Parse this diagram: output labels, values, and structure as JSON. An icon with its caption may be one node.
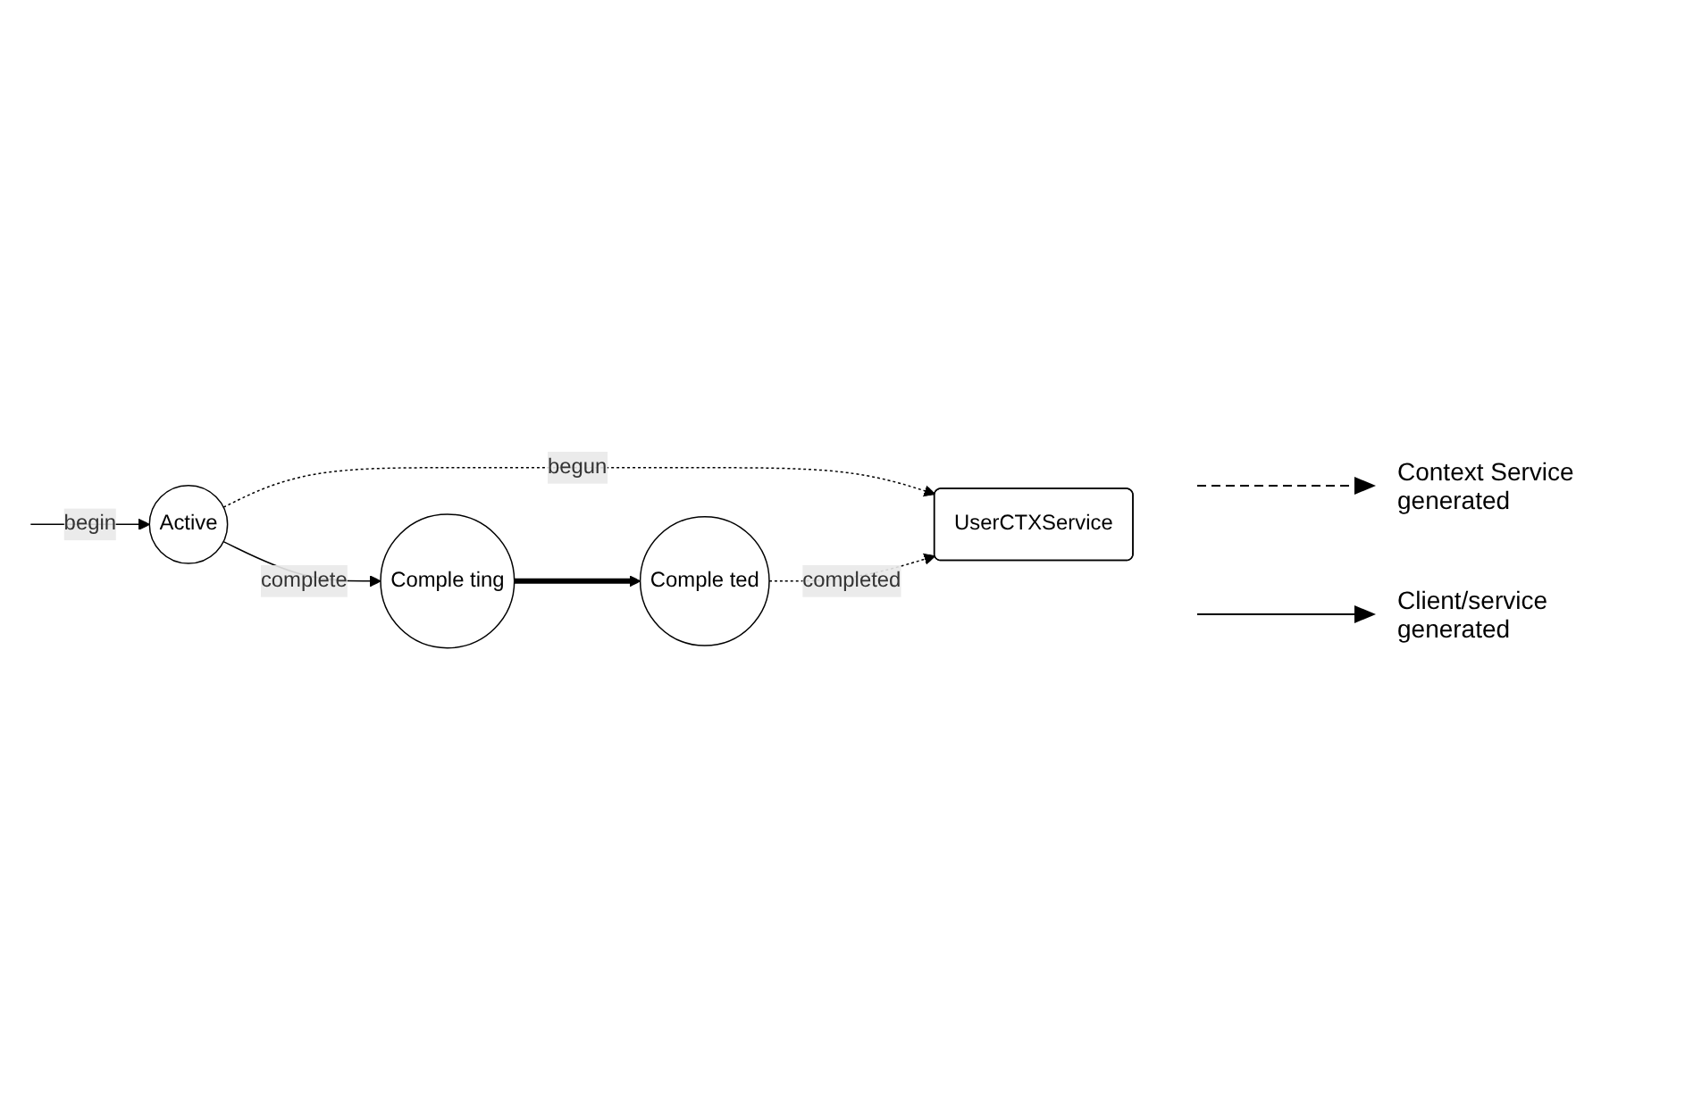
{
  "diagram": {
    "nodes": [
      {
        "text": [
          "UserCTXService"
        ]
      },
      {
        "text": [
          "Active"
        ]
      },
      {
        "text": [
          "Comple ting"
        ]
      },
      {
        "text": [
          "Comple ted"
        ]
      }
    ],
    "edges": [
      {
        "from": null,
        "to": 1,
        "arrow": "to",
        "label": "begin"
      },
      {
        "from": 1,
        "to": 0,
        "arrow": "to",
        "label": "begun",
        "style": "dashed"
      },
      {
        "from": 3,
        "to": 0,
        "arrow": "to",
        "label": "completed",
        "style": "dashed"
      },
      {
        "from": 1,
        "to": 2,
        "arrow": "to",
        "label": "complete"
      },
      {
        "from": 2,
        "to": 3,
        "arrow": "to",
        "style": "thick"
      }
    ],
    "legend": [
      {
        "text": "Context Service generated"
      },
      {
        "text": "Client/service generated"
      }
    ]
  }
}
